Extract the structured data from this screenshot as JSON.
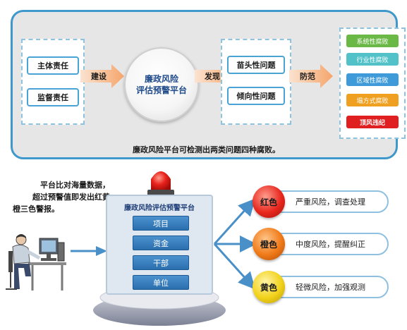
{
  "top": {
    "responsibilities": [
      "主体责任",
      "监督责任"
    ],
    "arrow_build": "建设",
    "platform_line1": "廉政风险",
    "platform_line2": "评估预警平台",
    "arrow_discover": "发现",
    "problems": [
      "苗头性问题",
      "倾向性问题"
    ],
    "arrow_prevent": "防范",
    "corruption_types": [
      {
        "label": "系统性腐败",
        "color": "#6ab846"
      },
      {
        "label": "行业性腐败",
        "color": "#52c2c8"
      },
      {
        "label": "区域性腐败",
        "color": "#3e9ad8"
      },
      {
        "label": "塌方式腐败",
        "color": "#f0a020"
      },
      {
        "label": "顶风违纪",
        "color": "#e02020"
      }
    ],
    "caption": "廉政风险平台可检测出两类问题四种腐败。"
  },
  "bottom": {
    "intro_lines": [
      "平台比对海量数据，",
      "超过预警值即发出红黄",
      "橙三色警报。"
    ],
    "platform_title": "廉政风险评估预警平台",
    "data_items": [
      "项目",
      "资金",
      "干部",
      "单位"
    ],
    "levels": [
      {
        "color_label": "红色",
        "text": "严重风险，调查处理",
        "color": "#e8271e"
      },
      {
        "color_label": "橙色",
        "text": "中度风险，提醒纠正",
        "color": "#f07a18"
      },
      {
        "color_label": "黄色",
        "text": "轻微风险，加强观测",
        "color": "#f2d21a"
      }
    ]
  }
}
